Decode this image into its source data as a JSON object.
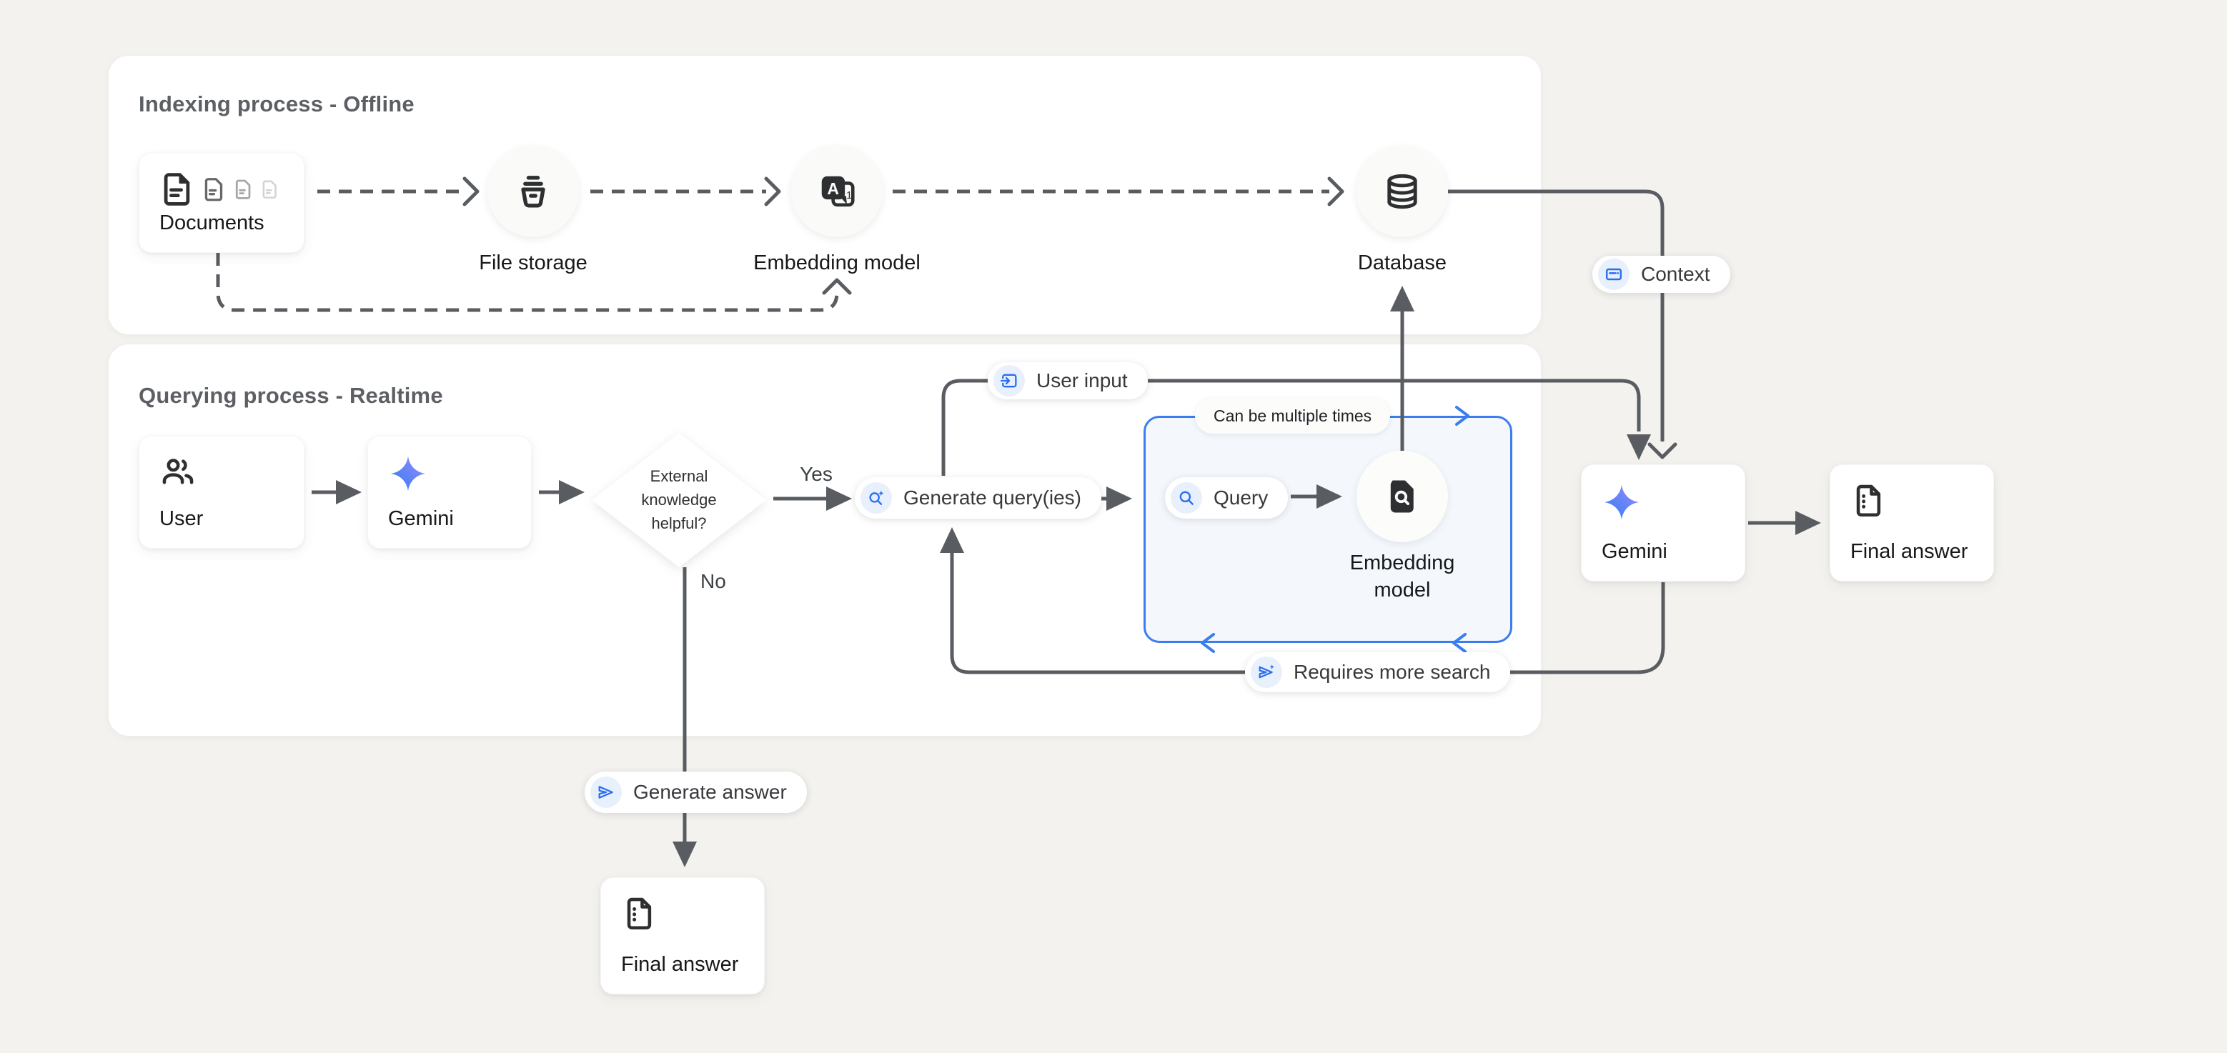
{
  "sections": {
    "indexing": {
      "title": "Indexing process - Offline"
    },
    "querying": {
      "title": "Querying process - Realtime"
    }
  },
  "nodes": {
    "documents": {
      "label": "Documents"
    },
    "file_storage": {
      "label": "File storage"
    },
    "embedding_offline": {
      "label": "Embedding model"
    },
    "database": {
      "label": "Database"
    },
    "user": {
      "label": "User"
    },
    "gemini_left": {
      "label": "Gemini"
    },
    "decision": {
      "label": "External knowledge helpful?"
    },
    "generate_queries": {
      "label": "Generate query(ies)"
    },
    "query": {
      "label": "Query"
    },
    "embedding_query": {
      "label": "Embedding model"
    },
    "gemini_right": {
      "label": "Gemini"
    },
    "final_answer_right": {
      "label": "Final answer"
    },
    "generate_answer": {
      "label": "Generate answer"
    },
    "final_answer_bottom": {
      "label": "Final answer"
    }
  },
  "edge_labels": {
    "yes": "Yes",
    "no": "No"
  },
  "pills": {
    "user_input": "User input",
    "context": "Context",
    "requires_more_search": "Requires more search",
    "can_be_multiple_times": "Can be multiple times"
  },
  "icon_glyphs": {
    "embedding_letter": "A",
    "embedding_numbers": "0,1"
  },
  "colors": {
    "page_bg": "#f3f2ef",
    "panel_bg": "#ffffff",
    "connector_gray": "#595c60",
    "accent_blue": "#3b7df0",
    "chip_bg": "#e8f0fe",
    "chip_icon_blue": "#2a6ef0",
    "loop_box_bg": "#f4f8fd",
    "gemini_gradient_start": "#2f7bf6",
    "gemini_gradient_end": "#9b8cf9"
  }
}
